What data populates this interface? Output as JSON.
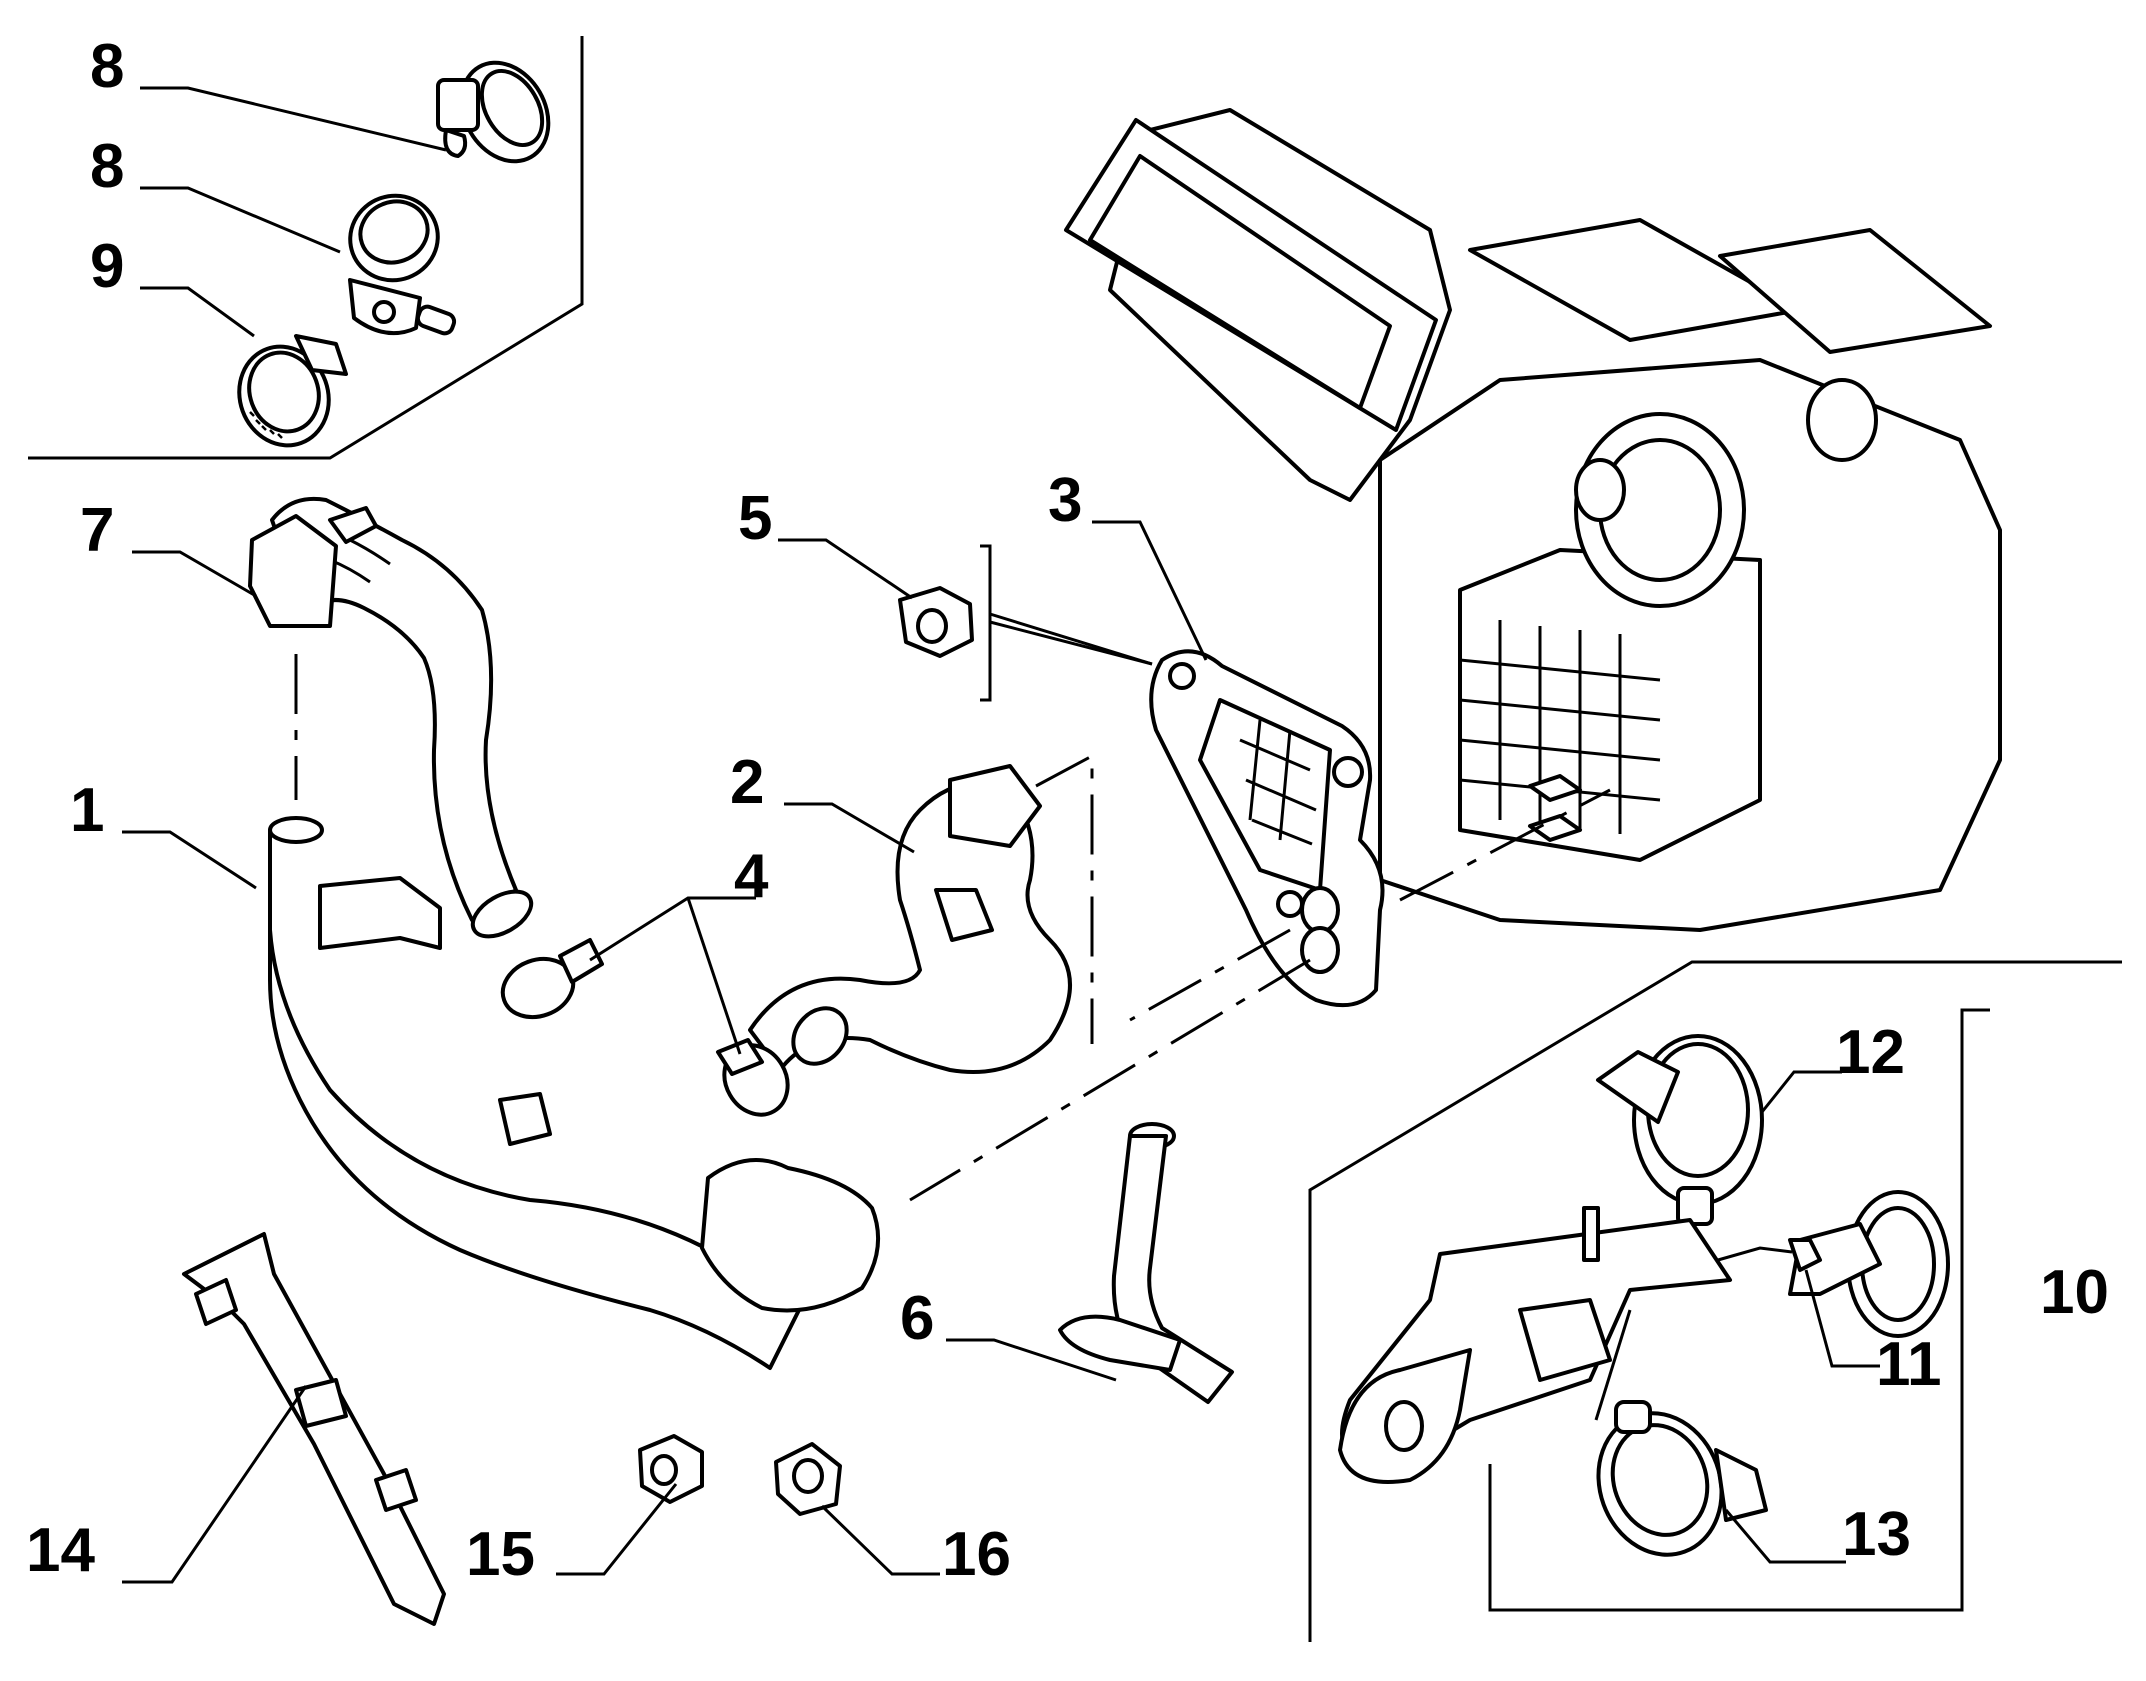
{
  "diagram": {
    "labels": [
      {
        "id": "8a",
        "text": "8"
      },
      {
        "id": "8b",
        "text": "8"
      },
      {
        "id": "9",
        "text": "9"
      },
      {
        "id": "7",
        "text": "7"
      },
      {
        "id": "1",
        "text": "1"
      },
      {
        "id": "5",
        "text": "5"
      },
      {
        "id": "3",
        "text": "3"
      },
      {
        "id": "2",
        "text": "2"
      },
      {
        "id": "4",
        "text": "4"
      },
      {
        "id": "6",
        "text": "6"
      },
      {
        "id": "12",
        "text": "12"
      },
      {
        "id": "10",
        "text": "10"
      },
      {
        "id": "11",
        "text": "11"
      },
      {
        "id": "13",
        "text": "13"
      },
      {
        "id": "14",
        "text": "14"
      },
      {
        "id": "15",
        "text": "15"
      },
      {
        "id": "16",
        "text": "16"
      }
    ]
  }
}
